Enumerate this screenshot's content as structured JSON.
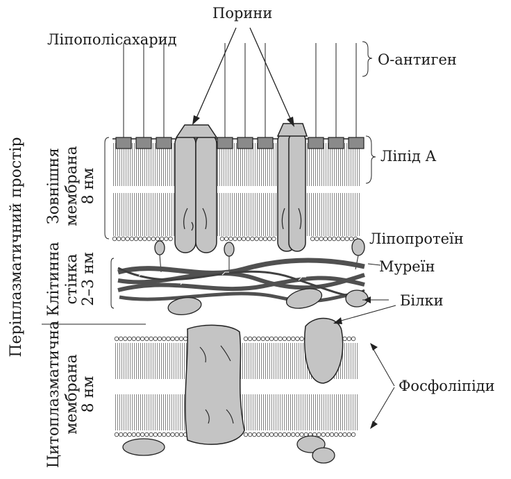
{
  "labels": {
    "lipopolysaccharide": "Ліпополісахарид",
    "porins": "Порини",
    "o_antigen": "О-антиген",
    "lipid_a": "Ліпід А",
    "lipoprotein": "Ліпопротеїн",
    "murein": "Муреїн",
    "proteins": "Білки",
    "phospholipids": "Фосфоліпіди"
  },
  "side_labels": {
    "periplasmic_space": "Періплазматичний простір",
    "outer_membrane": [
      "Зовнішня",
      "мембрана",
      "8 нм"
    ],
    "cell_wall": [
      "Клітинна",
      "стінка",
      "2–3 нм"
    ],
    "cytoplasmic_membrane": [
      "Цитоплазматична",
      "мембрана",
      "8 нм"
    ]
  },
  "colors": {
    "ink": "#1a1a1a",
    "protein_fill": "#c4c4c4",
    "lipid_a_fill": "#8a8a8a",
    "murein_strand": "#505050"
  }
}
